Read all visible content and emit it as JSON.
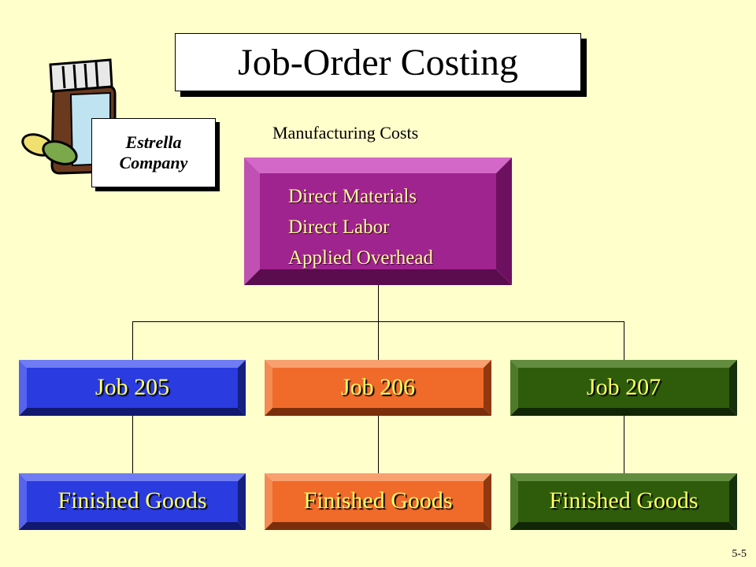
{
  "title": "Job-Order Costing",
  "company": {
    "line1": "Estrella",
    "line2": "Company"
  },
  "manufacturing_label": "Manufacturing Costs",
  "manufacturing_costs": [
    "Direct Materials",
    "Direct Labor",
    "Applied Overhead"
  ],
  "jobs": [
    {
      "label": "Job 205",
      "output": "Finished Goods"
    },
    {
      "label": "Job 206",
      "output": "Finished Goods"
    },
    {
      "label": "Job 207",
      "output": "Finished Goods"
    }
  ],
  "slide_number": "5-5",
  "colors": {
    "background": "#ffffcc",
    "manufacturing": "#a0248f",
    "job_205": "#2a3be0",
    "job_206": "#f06a2a",
    "job_207": "#2e5c0a",
    "box_text": "#ffff66"
  },
  "icons": [
    "pill-bottle-icon"
  ]
}
